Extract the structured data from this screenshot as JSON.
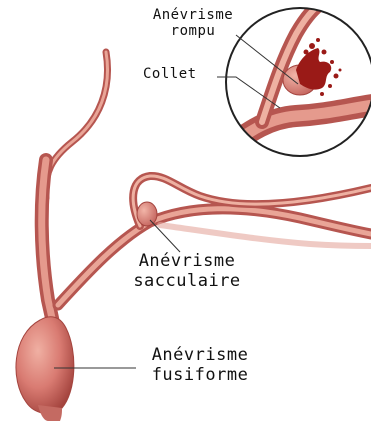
{
  "labels": {
    "ruptured_aneurysm": {
      "line1": "Anévrisme",
      "line2": "rompu"
    },
    "neck": "Collet",
    "saccular_aneurysm": {
      "line1": "Anévrisme",
      "line2": "sacculaire"
    },
    "fusiform_aneurysm": {
      "line1": "Anévrisme",
      "line2": "fusiforme"
    }
  },
  "colors": {
    "vessel": "#d97b72",
    "vessel_dark": "#b4544d",
    "vessel_highlight": "#f3b9a9",
    "blood": "#9a1a17",
    "leader_line": "#333333",
    "inset_border": "#222222"
  }
}
